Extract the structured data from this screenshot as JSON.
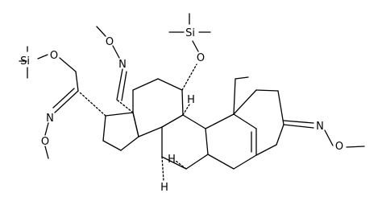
{
  "atoms": {
    "si_left": "Si",
    "o_siloxy_left": "O",
    "n_left": "N",
    "o_methoxy_left": "O",
    "o_top_oxime": "O",
    "n_top": "N",
    "si_top": "Si",
    "o_siloxy_top": "O",
    "h_c9": "H",
    "h_c14": "H",
    "h_c8": "H",
    "n_right": "N",
    "o_methoxy_right": "O"
  },
  "colors": {
    "ink": "#000000",
    "background": "#ffffff"
  }
}
